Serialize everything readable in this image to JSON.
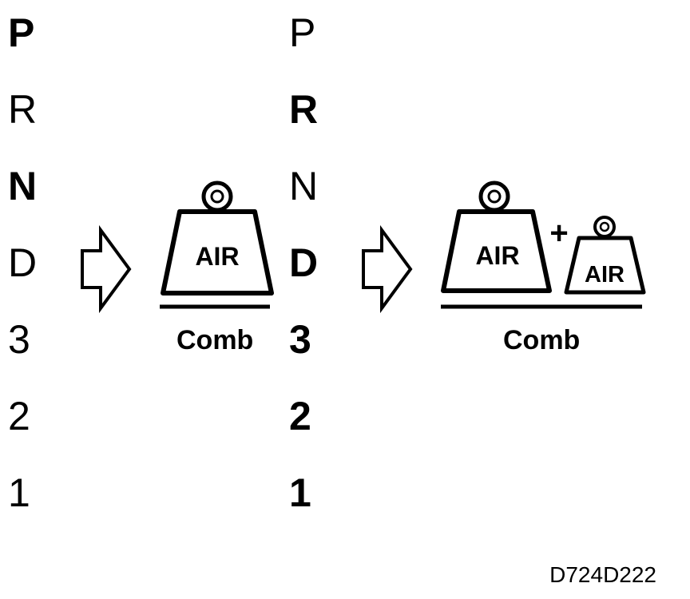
{
  "gears": [
    "P",
    "R",
    "N",
    "D",
    "3",
    "2",
    "1"
  ],
  "panel_1": {
    "bold_gears": [
      "P",
      "N"
    ],
    "weight_label": "AIR",
    "caption": "Comb"
  },
  "panel_2": {
    "bold_gears": [
      "R",
      "D",
      "3",
      "2",
      "1"
    ],
    "weight_label_large": "AIR",
    "plus": "+",
    "weight_label_small": "AIR",
    "caption": "Comb"
  },
  "figure_code": "D724D222"
}
